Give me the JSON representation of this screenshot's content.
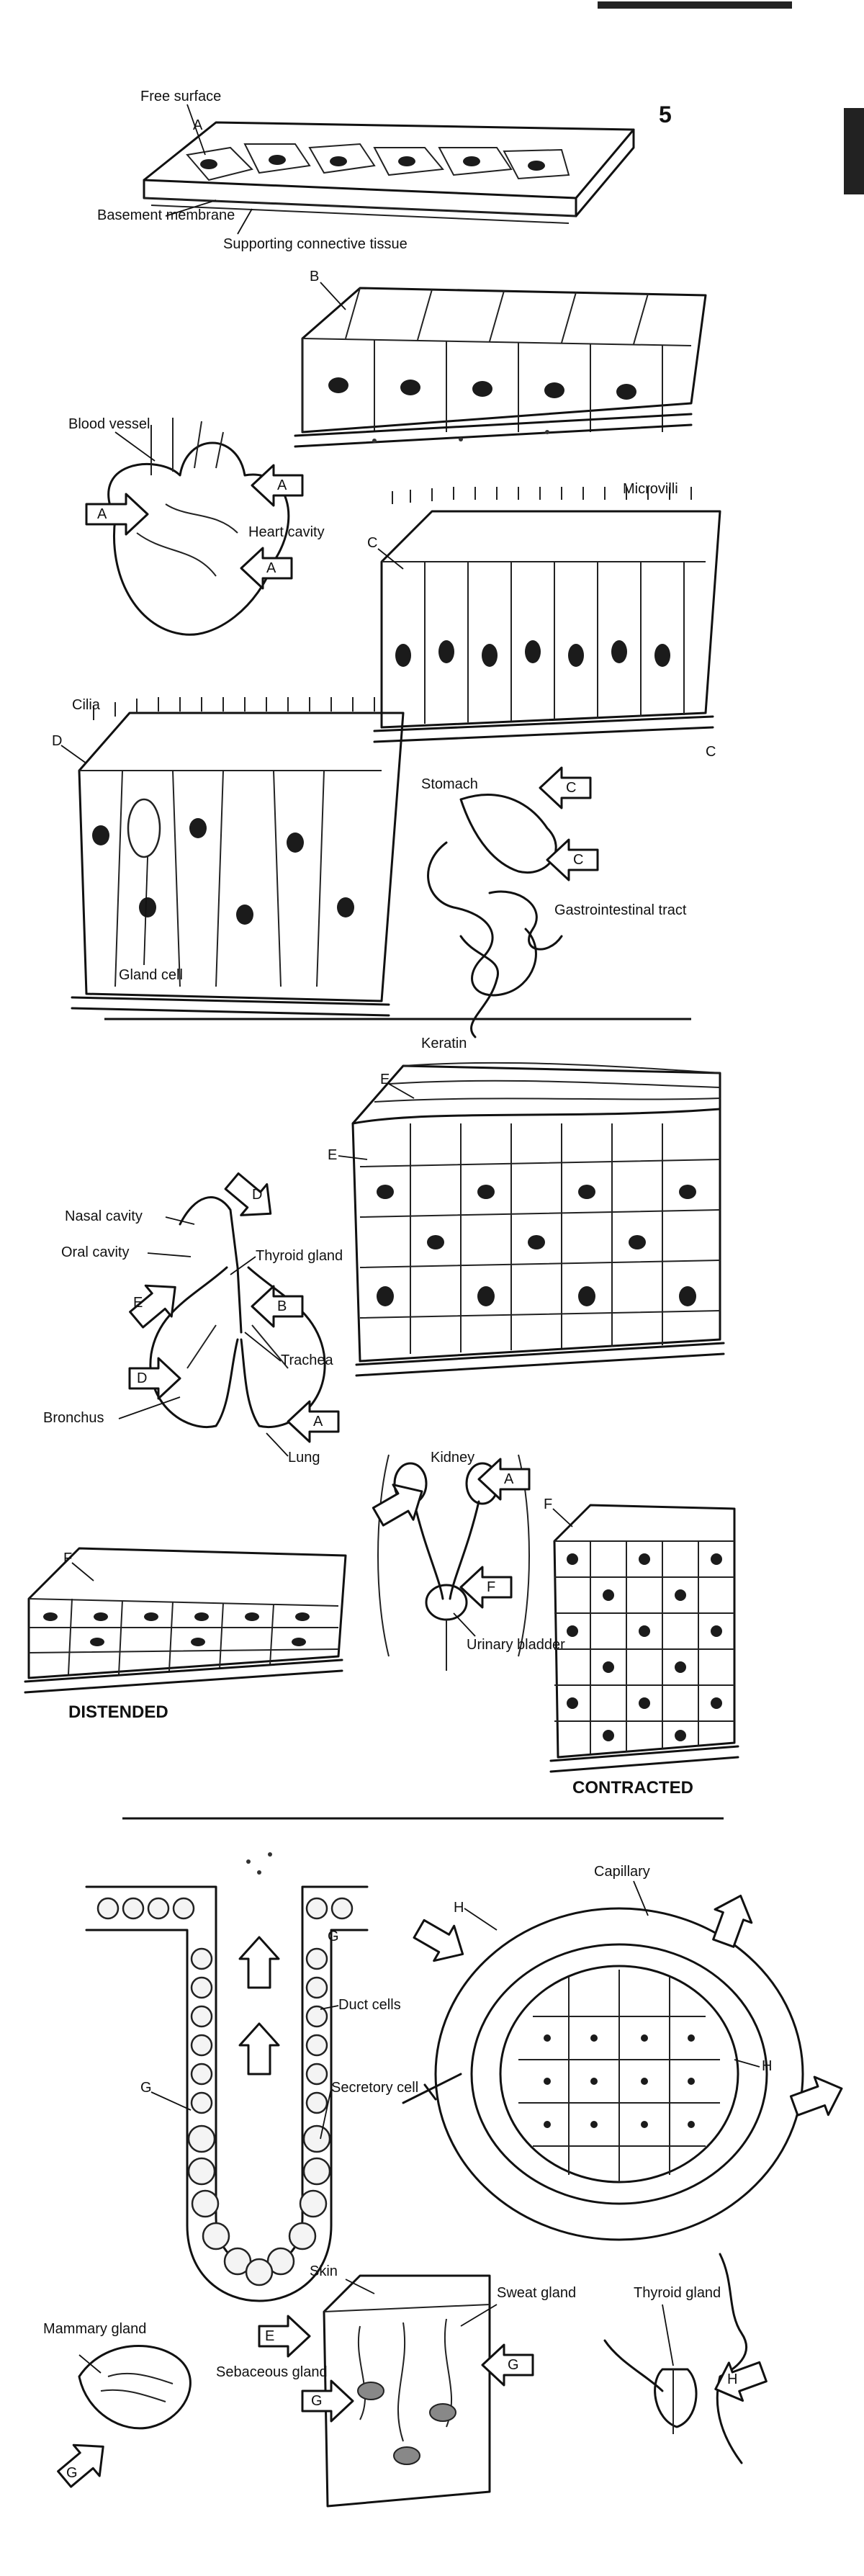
{
  "page_number": "5",
  "section1": {
    "free_surface": "Free surface",
    "basement_membrane": "Basement membrane",
    "supporting_tissue": "Supporting connective tissue",
    "blood_vessel": "Blood vessel",
    "heart_cavity": "Heart cavity",
    "microvilli": "Microvilli",
    "cilia": "Cilia",
    "stomach": "Stomach",
    "gi_tract": "Gastrointestinal tract",
    "gland_cell": "Gland cell"
  },
  "section2": {
    "keratin": "Keratin",
    "nasal_cavity": "Nasal cavity",
    "oral_cavity": "Oral cavity",
    "thyroid_gland": "Thyroid gland",
    "trachea": "Trachea",
    "bronchus": "Bronchus",
    "lung": "Lung",
    "kidney": "Kidney",
    "urinary_bladder": "Urinary bladder",
    "distended": "DISTENDED",
    "contracted": "CONTRACTED"
  },
  "section3": {
    "capillary": "Capillary",
    "duct_cells": "Duct cells",
    "secretory_cell": "Secretory cell",
    "skin": "Skin",
    "sweat_gland": "Sweat gland",
    "mammary_gland": "Mammary gland",
    "sebaceous_gland": "Sebaceous gland",
    "thyroid_gland": "Thyroid gland"
  },
  "letters": [
    "A",
    "B",
    "C",
    "D",
    "E",
    "F",
    "G",
    "H"
  ]
}
